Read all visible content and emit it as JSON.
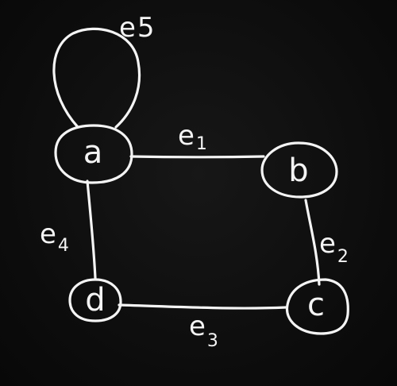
{
  "nodes": [
    {
      "id": "a",
      "label": "a"
    },
    {
      "id": "b",
      "label": "b"
    },
    {
      "id": "c",
      "label": "c"
    },
    {
      "id": "d",
      "label": "d"
    }
  ],
  "edges": [
    {
      "id": "e1",
      "from": "a",
      "to": "b",
      "letter": "e",
      "index": "1"
    },
    {
      "id": "e2",
      "from": "b",
      "to": "c",
      "letter": "e",
      "index": "2"
    },
    {
      "id": "e3",
      "from": "d",
      "to": "c",
      "letter": "e",
      "index": "3"
    },
    {
      "id": "e4",
      "from": "a",
      "to": "d",
      "letter": "e",
      "index": "4"
    },
    {
      "id": "e5",
      "from": "a",
      "to": "a",
      "letter": "e",
      "index": "5"
    }
  ]
}
